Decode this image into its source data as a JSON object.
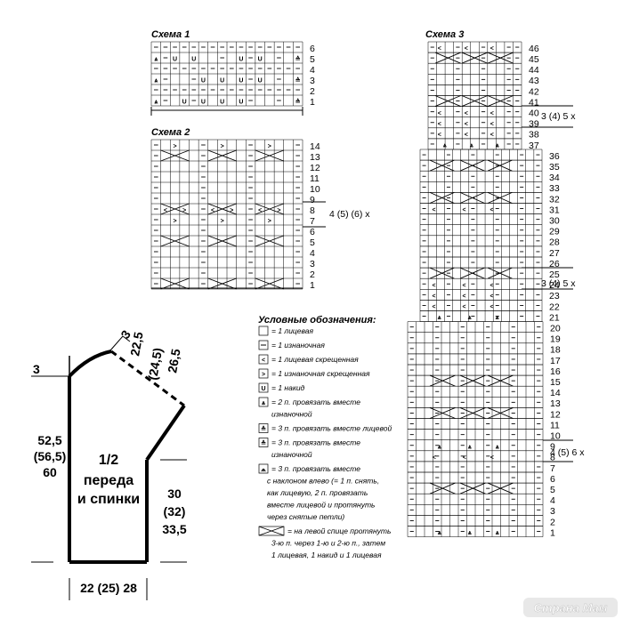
{
  "schemes": {
    "s1": {
      "title": "Схема 1",
      "rows": [
        "1",
        "2",
        "3",
        "4",
        "5",
        "6"
      ]
    },
    "s2": {
      "title": "Схема 2",
      "rows": [
        "1",
        "2",
        "3",
        "4",
        "5",
        "6",
        "7",
        "8",
        "9",
        "10",
        "11",
        "12",
        "13",
        "14"
      ],
      "repeat": "4 (5) (6) х"
    },
    "s3": {
      "title": "Схема 3",
      "rows": [
        "1",
        "2",
        "3",
        "4",
        "5",
        "6",
        "7",
        "8",
        "9",
        "10",
        "11",
        "12",
        "13",
        "14",
        "15",
        "16",
        "17",
        "18",
        "19",
        "20",
        "21",
        "22",
        "23",
        "24",
        "25",
        "26",
        "27",
        "28",
        "29",
        "30",
        "31",
        "32",
        "33",
        "34",
        "35",
        "36",
        "37",
        "38",
        "39",
        "40",
        "41",
        "42",
        "43",
        "44",
        "45",
        "46"
      ],
      "repeat_low": "4 (5) 6 х",
      "repeat_mid": "3 (4) 5 х",
      "repeat_top": "3 (4) 5 х"
    }
  },
  "symbols": {
    "yo": "U",
    "k2tog": "<",
    "p2tog": ">",
    "left_dec": "⩕",
    "right_dec": "≙",
    "cdd": "⩓"
  },
  "legend": {
    "title": "Условные обозначения:",
    "items": [
      {
        "icon": "blank",
        "lines": [
          "= 1 лицевая"
        ]
      },
      {
        "icon": "dash",
        "lines": [
          "= 1 изнаночная"
        ]
      },
      {
        "icon": "k2tog",
        "lines": [
          "= 1 лицевая скрещенная"
        ]
      },
      {
        "icon": "p2tog",
        "lines": [
          "= 1 изнаночная скрещенная"
        ]
      },
      {
        "icon": "yo",
        "lines": [
          "= 1 накид"
        ]
      },
      {
        "icon": "cdd",
        "lines": [
          "= 2 п. провязать вместе",
          "изнаночной"
        ]
      },
      {
        "icon": "right_dec",
        "lines": [
          "= 3 п. провязать вместе лицевой"
        ]
      },
      {
        "icon": "right_dec2",
        "lines": [
          "= 3 п. провязать вместе",
          "изнаночной"
        ]
      },
      {
        "icon": "left_dec",
        "lines": [
          "= 3 п. провязать вместе",
          "с наклоном влево (= 1 п. снять,",
          "как лицевую, 2 п. провязать",
          "вместе лицевой и протянуть",
          "через снятые петли)"
        ]
      },
      {
        "icon": "cable",
        "lines": [
          "= на левой спице протянуть",
          "3-ю п. через 1-ю и 2-ю п., затем",
          "1 лицевая, 1 накид и 1 лицевая"
        ]
      }
    ]
  },
  "pattern": {
    "label_line1": "1/2",
    "label_line2": "переда",
    "label_line3": "и спинки",
    "neck_drop": "3",
    "shoulder_drop": "3",
    "shoulder_l1": "22,5",
    "shoulder_l2": "(24,5)",
    "shoulder_l3": "26,5",
    "length_l1": "52,5",
    "length_l2": "(56,5)",
    "length_l3": "60",
    "side_l1": "30",
    "side_l2": "(32)",
    "side_l3": "33,5",
    "width": "22 (25) 28"
  },
  "watermark": "Страна Мам"
}
